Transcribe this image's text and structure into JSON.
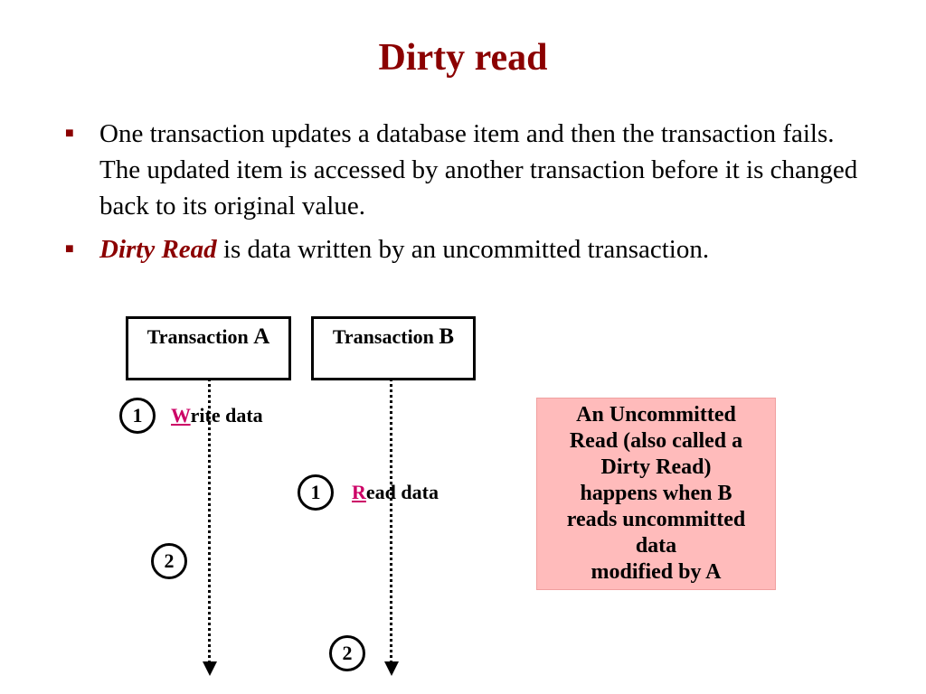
{
  "title": "Dirty read",
  "bullets": [
    {
      "text": "One transaction updates a database item and then the transaction fails. The updated item is accessed by another transaction before it is changed back to its original value."
    },
    {
      "emphasis": "Dirty Read",
      "text": " is data written by an uncommitted transaction."
    }
  ],
  "diagram": {
    "transaction_a": {
      "label": "Transaction ",
      "letter": "A"
    },
    "transaction_b": {
      "label": "Transaction ",
      "letter": "B"
    },
    "steps": {
      "a1": {
        "number": "1",
        "first_letter": "W",
        "rest": "rite data"
      },
      "b1": {
        "number": "1",
        "first_letter": "R",
        "rest": "ead data"
      },
      "a2": {
        "number": "2"
      },
      "b2": {
        "number": "2"
      }
    },
    "note": {
      "lines": [
        "An Uncommitted",
        "Read (also called a",
        "Dirty Read)",
        "happens when B",
        "reads uncommitted",
        "data",
        "modified by A"
      ]
    }
  },
  "colors": {
    "title": "#8b0000",
    "highlight": "#cc0066",
    "note_bg": "#ffbbbb"
  }
}
